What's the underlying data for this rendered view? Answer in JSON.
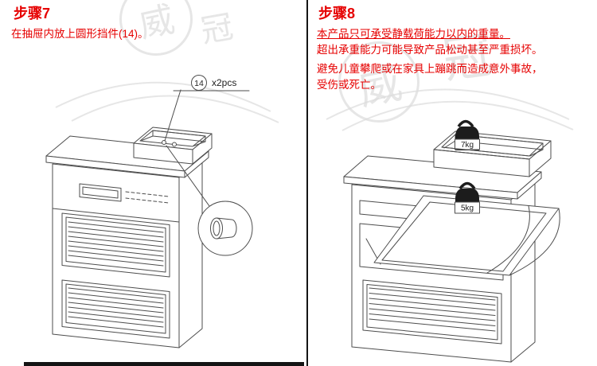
{
  "step7": {
    "title": "步骤7",
    "instruction": "在抽屉内放上圆形挡件(14)。",
    "callout": {
      "part_number": "14",
      "quantity": "x2pcs"
    }
  },
  "step8": {
    "title": "步骤8",
    "warning_lines": [
      "本产品只可承受静载荷能力以内的重量。",
      "超出承重能力可能导致产品松动甚至严重损坏。",
      "避免儿童攀爬或在家具上蹦跳而造成意外事故，",
      "受伤或死亡。"
    ],
    "weight_labels": {
      "drawer": "7kg",
      "flip_door": "5kg"
    }
  },
  "watermark": {
    "text": "威冠",
    "char1": "威",
    "char2": "冠"
  },
  "colors": {
    "warning_text": "#e60000",
    "line_art": "#4d4d4d",
    "divider": "#141414"
  }
}
